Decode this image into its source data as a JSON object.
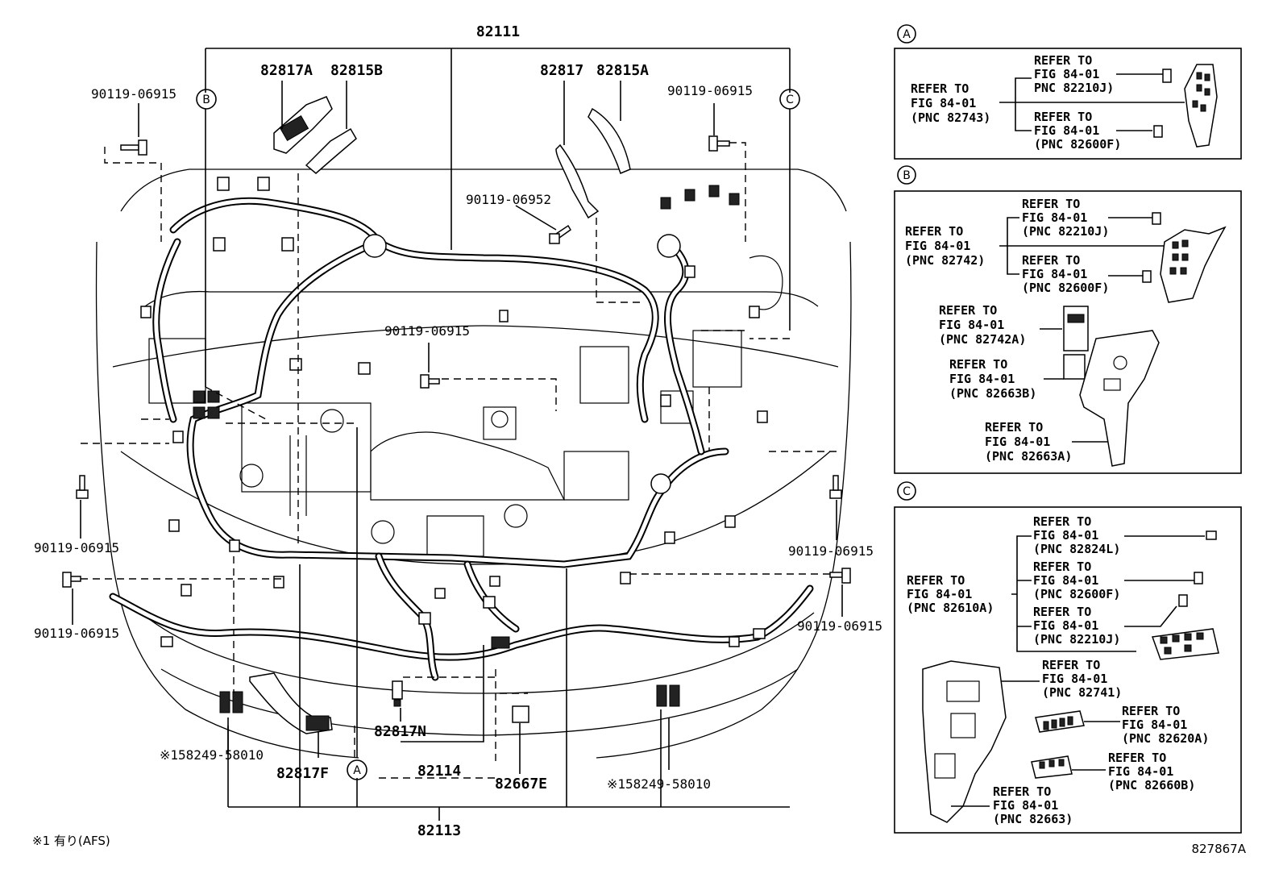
{
  "labels": {
    "main_harness": "82111",
    "bracket_left_a": "82817A",
    "clamp_left_b": "82815B",
    "bracket_right": "82817",
    "clamp_right_a": "82815A",
    "bolt_top_left": "90119-06915",
    "bolt_top_right": "90119-06915",
    "bolt_mid": "90119-06952",
    "bolt_center": "90119-06915",
    "bolt_left_upper": "90119-06915",
    "bolt_left_lower": "90119-06915",
    "bolt_right_upper": "90119-06915",
    "bolt_right_lower": "90119-06915",
    "conn_n": "82817N",
    "harness_114": "82114",
    "conn_f": "82817F",
    "conn_e": "82667E",
    "harness_113": "82113",
    "sensor_left": "※158249-58010",
    "sensor_right": "※158249-58010",
    "footnote": "※1 有り(AFS)",
    "figure_code": "827867A"
  },
  "callouts": {
    "A": "A",
    "B": "B",
    "C": "C",
    "A_bottom": "A"
  },
  "panels": {
    "A": {
      "main": [
        "REFER TO",
        "FIG 84-01",
        "(PNC 82743)"
      ],
      "items": [
        [
          "REFER TO",
          "FIG 84-01",
          "PNC 82210J)"
        ],
        [
          "REFER TO",
          "FIG 84-01",
          "(PNC 82600F)"
        ]
      ]
    },
    "B": {
      "main": [
        "REFER TO",
        "FIG 84-01",
        "(PNC 82742)"
      ],
      "items": [
        [
          "REFER TO",
          "FIG 84-01",
          "(PNC 82210J)"
        ],
        [
          "REFER TO",
          "FIG 84-01",
          "(PNC 82600F)"
        ],
        [
          "REFER TO",
          "FIG 84-01",
          "(PNC 82742A)"
        ],
        [
          "REFER TO",
          "FIG 84-01",
          "(PNC 82663B)"
        ],
        [
          "REFER TO",
          "FIG 84-01",
          "(PNC 82663A)"
        ]
      ]
    },
    "C": {
      "main": [
        "REFER TO",
        "FIG 84-01",
        "(PNC 82610A)"
      ],
      "items": [
        [
          "REFER TO",
          "FIG 84-01",
          "(PNC 82824L)"
        ],
        [
          "REFER TO",
          "FIG 84-01",
          "(PNC 82600F)"
        ],
        [
          "REFER TO",
          "FIG 84-01",
          "(PNC 82210J)"
        ],
        [
          "REFER TO",
          "FIG 84-01",
          "(PNC 82741)"
        ],
        [
          "REFER TO",
          "FIG 84-01",
          "(PNC 82620A)"
        ],
        [
          "REFER TO",
          "FIG 84-01",
          "(PNC 82660B)"
        ],
        [
          "REFER TO",
          "FIG 84-01",
          "(PNC 82663)"
        ]
      ]
    }
  }
}
